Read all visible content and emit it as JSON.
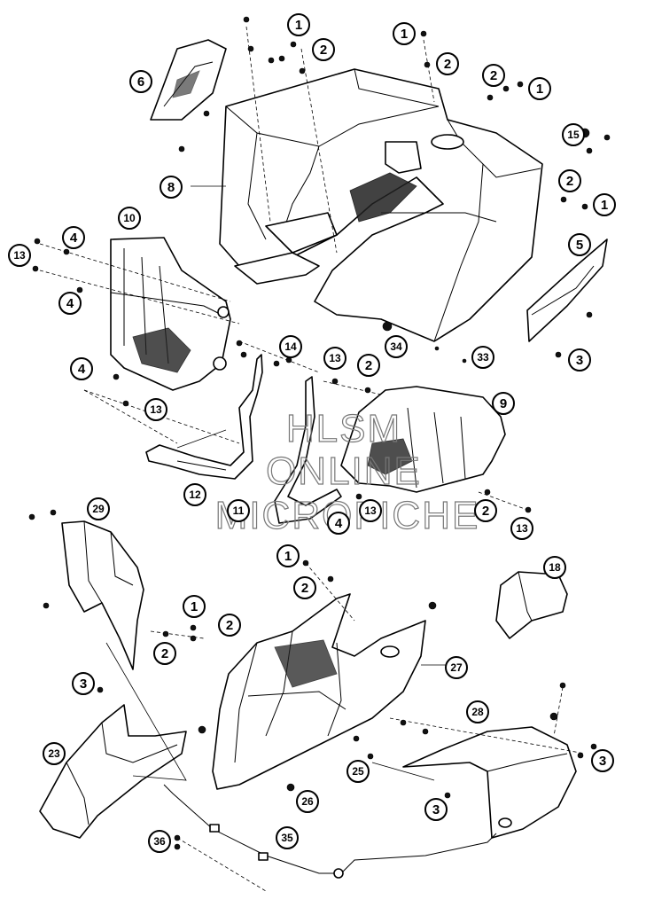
{
  "watermark": {
    "line1": "HLSM",
    "line2": "ONLINE",
    "line3": "MICROFICHE"
  },
  "callouts": [
    {
      "id": "c1",
      "label": "1"
    },
    {
      "id": "c2",
      "label": "2"
    },
    {
      "id": "c3",
      "label": "1"
    },
    {
      "id": "c4",
      "label": "2"
    },
    {
      "id": "c5",
      "label": "2"
    },
    {
      "id": "c6",
      "label": "1"
    },
    {
      "id": "c7",
      "label": "6"
    },
    {
      "id": "c8",
      "label": "15"
    },
    {
      "id": "c9",
      "label": "8"
    },
    {
      "id": "c10",
      "label": "2"
    },
    {
      "id": "c11",
      "label": "1"
    },
    {
      "id": "c12",
      "label": "10"
    },
    {
      "id": "c13",
      "label": "4"
    },
    {
      "id": "c14",
      "label": "13"
    },
    {
      "id": "c15",
      "label": "5"
    },
    {
      "id": "c16",
      "label": "4"
    },
    {
      "id": "c17",
      "label": "14"
    },
    {
      "id": "c18",
      "label": "34"
    },
    {
      "id": "c19",
      "label": "33"
    },
    {
      "id": "c20",
      "label": "3"
    },
    {
      "id": "c21",
      "label": "13"
    },
    {
      "id": "c22",
      "label": "2"
    },
    {
      "id": "c23",
      "label": "4"
    },
    {
      "id": "c24",
      "label": "9"
    },
    {
      "id": "c25",
      "label": "13"
    },
    {
      "id": "c26",
      "label": "12"
    },
    {
      "id": "c27",
      "label": "11"
    },
    {
      "id": "c28",
      "label": "4"
    },
    {
      "id": "c29",
      "label": "13"
    },
    {
      "id": "c30",
      "label": "2"
    },
    {
      "id": "c31",
      "label": "13"
    },
    {
      "id": "c32",
      "label": "29"
    },
    {
      "id": "c33",
      "label": "1"
    },
    {
      "id": "c34",
      "label": "2"
    },
    {
      "id": "c35",
      "label": "18"
    },
    {
      "id": "c36",
      "label": "1"
    },
    {
      "id": "c37",
      "label": "2"
    },
    {
      "id": "c38",
      "label": "2"
    },
    {
      "id": "c39",
      "label": "27"
    },
    {
      "id": "c40",
      "label": "3"
    },
    {
      "id": "c41",
      "label": "28"
    },
    {
      "id": "c42",
      "label": "23"
    },
    {
      "id": "c43",
      "label": "3"
    },
    {
      "id": "c44",
      "label": "25"
    },
    {
      "id": "c45",
      "label": "26"
    },
    {
      "id": "c46",
      "label": "3"
    },
    {
      "id": "c47",
      "label": "36"
    },
    {
      "id": "c48",
      "label": "35"
    }
  ]
}
